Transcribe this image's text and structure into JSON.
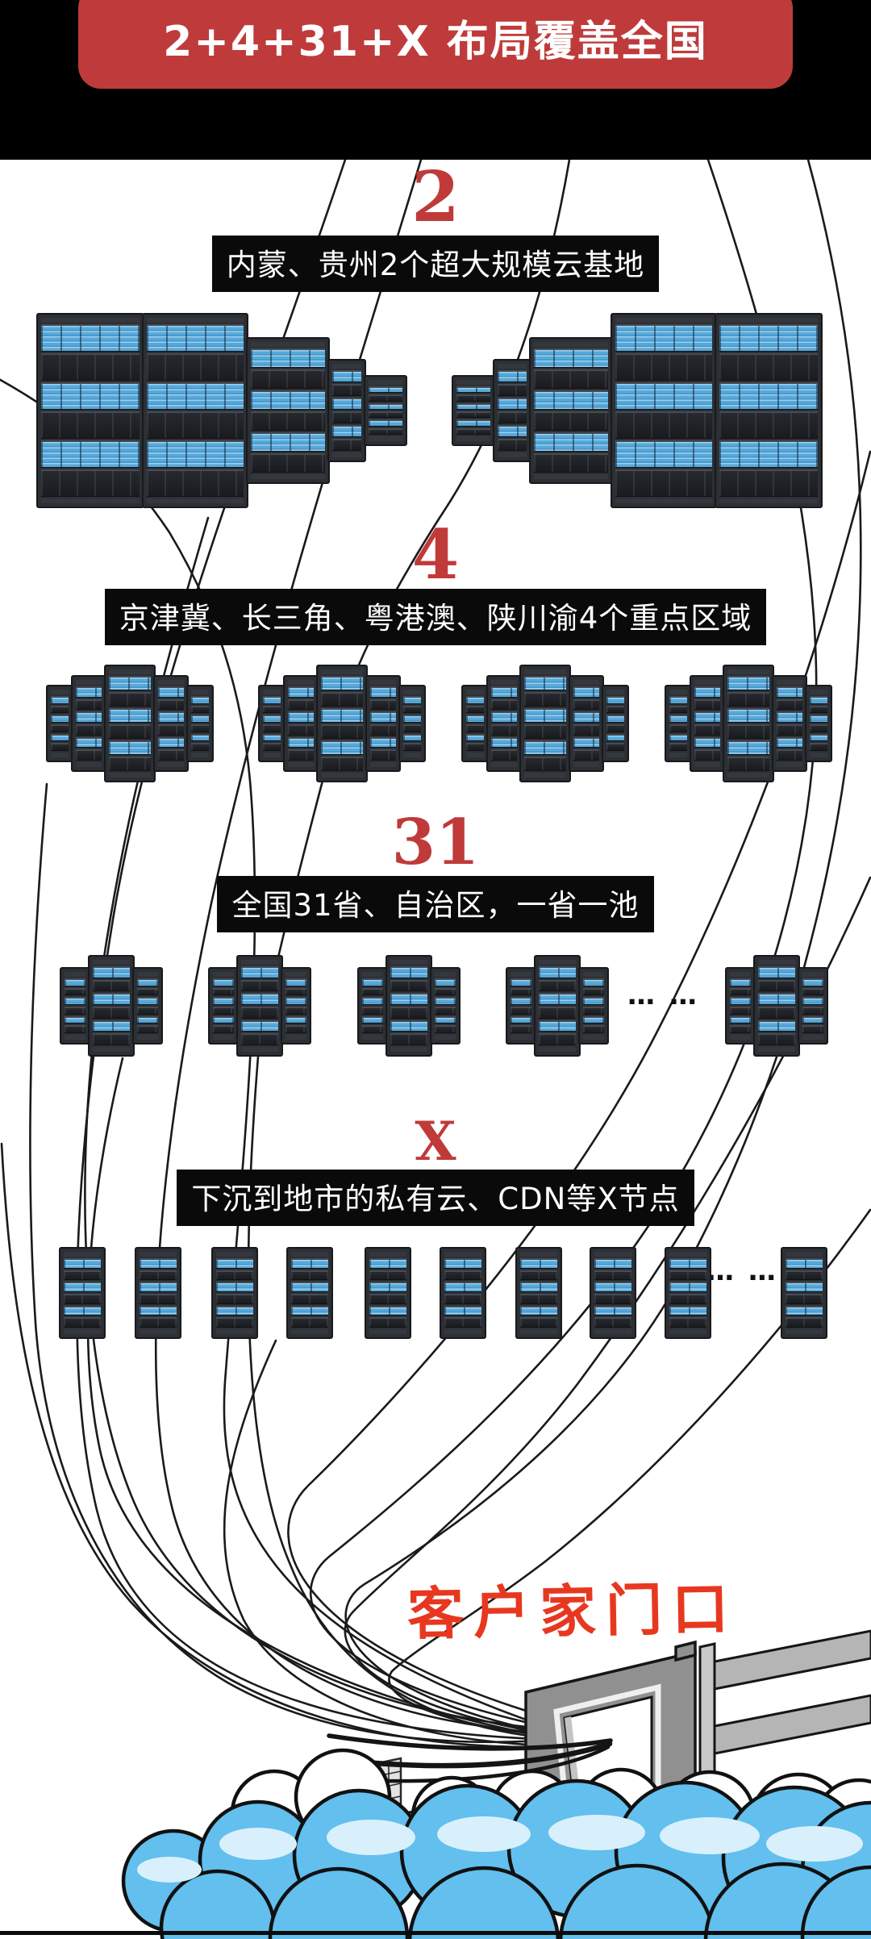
{
  "banner": {
    "title": "2+4+31+X 布局覆盖全国"
  },
  "sections": [
    {
      "number": "2",
      "label": "内蒙、贵州2个超大规模云基地"
    },
    {
      "number": "4",
      "label": "京津冀、长三角、粤港澳、陕川渝4个重点区域"
    },
    {
      "number": "31",
      "label": "全国31省、自治区，一省一池"
    },
    {
      "number": "X",
      "label": "下沉到地市的私有云、CDN等X节点"
    }
  ],
  "ellipsis_provinces": "… …",
  "ellipsis_nodes": "… …",
  "footer_caption": "客户家门口",
  "colors": {
    "banner-red": "#bf3b3b",
    "number-red": "#c03a3a",
    "caption-red": "#e7381f",
    "server-blue": "#4f9fd2",
    "cloud-blue": "#62bfee"
  }
}
